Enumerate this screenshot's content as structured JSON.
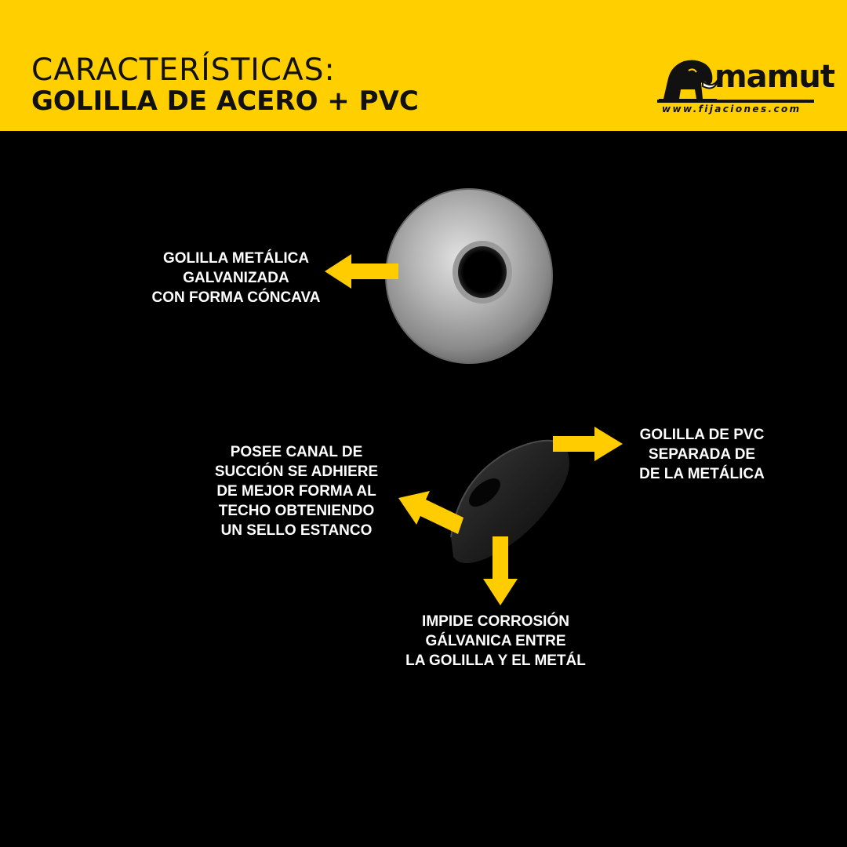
{
  "header": {
    "title_line1": "CARACTERÍSTICAS:",
    "title_line2": "GOLILLA DE ACERO + PVC",
    "brand_name": "mamut",
    "brand_url": "www.fijaciones.com",
    "background_color": "#FFCF00"
  },
  "callouts": {
    "metal_washer": {
      "lines": [
        "GOLILLA METÁLICA",
        "GALVANIZADA",
        "CON FORMA CÓNCAVA"
      ]
    },
    "suction_channel": {
      "lines": [
        "POSEE CANAL DE",
        "SUCCIÓN SE ADHIERE",
        "DE MEJOR FORMA AL",
        "TECHO OBTENIENDO",
        "UN SELLO ESTANCO"
      ]
    },
    "pvc_washer": {
      "lines": [
        "GOLILLA DE PVC",
        "SEPARADA DE",
        "DE LA METÁLICA"
      ]
    },
    "corrosion": {
      "lines": [
        "IMPIDE CORROSIÓN",
        "GÁLVANICA ENTRE",
        "LA GOLILLA Y EL METÁL"
      ]
    }
  },
  "colors": {
    "arrow": "#FFCC00",
    "background": "#000000",
    "text": "#FFFFFF"
  },
  "icons": {
    "logo": "mammoth-logo-icon",
    "metal_washer": "steel-washer-image",
    "pvc_washer": "pvc-washer-image",
    "arrows": "arrow-icon"
  }
}
